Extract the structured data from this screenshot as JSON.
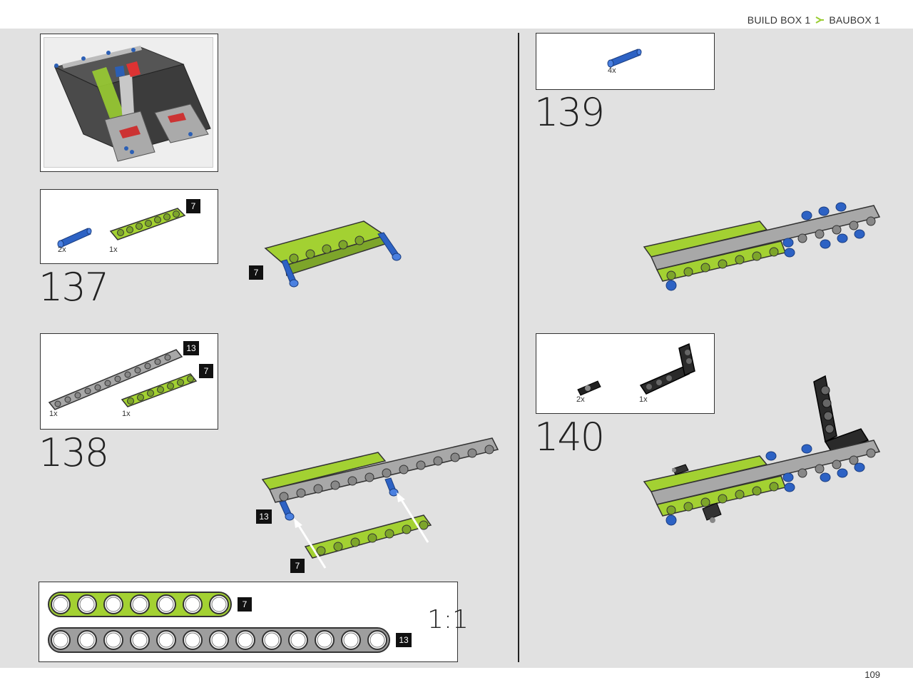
{
  "header": {
    "breadcrumb_left": "BUILD BOX 1",
    "breadcrumb_right": "BAUBOX 1",
    "accent_color": "#9acd32"
  },
  "footer": {
    "page_number": "109"
  },
  "steps": [
    {
      "number": "137",
      "parts": [
        {
          "qty": "2x",
          "part": "blue-axle-pin"
        },
        {
          "qty": "1x",
          "part": "lime-beam",
          "length": "7"
        }
      ],
      "callouts": [
        "7"
      ]
    },
    {
      "number": "138",
      "parts": [
        {
          "qty": "1x",
          "part": "gray-beam",
          "length": "13"
        },
        {
          "qty": "1x",
          "part": "lime-beam",
          "length": "7"
        }
      ],
      "callouts": [
        "13",
        "7"
      ]
    },
    {
      "number": "139",
      "parts": [
        {
          "qty": "4x",
          "part": "blue-axle-pin"
        }
      ]
    },
    {
      "number": "140",
      "parts": [
        {
          "qty": "2x",
          "part": "black-pin"
        },
        {
          "qty": "1x",
          "part": "black-angled-beam"
        }
      ]
    }
  ],
  "scale_reference": {
    "label": "1:1",
    "beams": [
      {
        "length": "7",
        "color": "#a3d132",
        "holes": 7
      },
      {
        "length": "13",
        "color": "#9e9e9e",
        "holes": 13
      }
    ]
  }
}
